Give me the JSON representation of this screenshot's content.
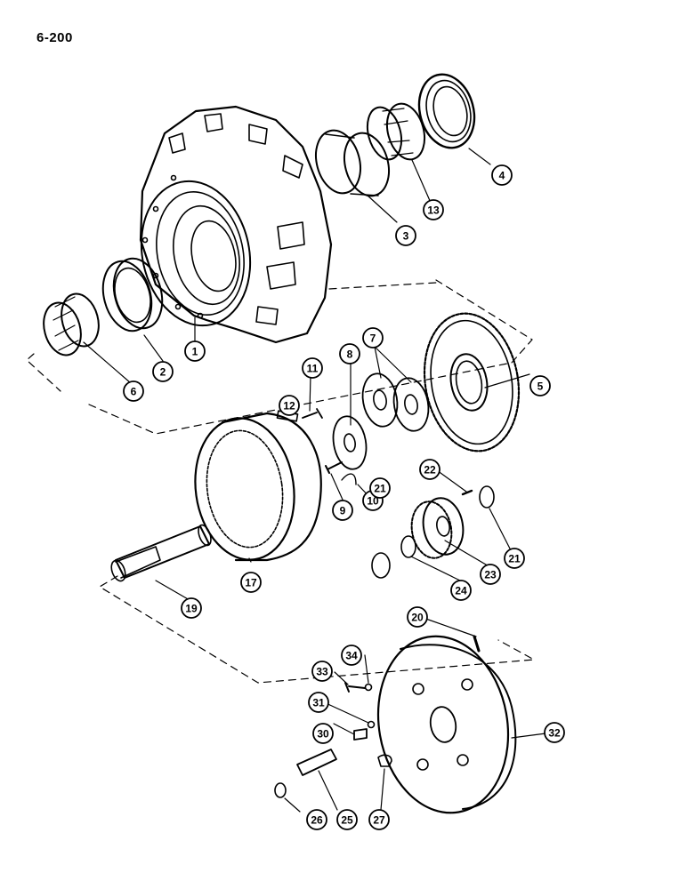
{
  "page_number": "6-200",
  "callouts": [
    {
      "id": "c1",
      "label": "1"
    },
    {
      "id": "c2",
      "label": "2"
    },
    {
      "id": "c3",
      "label": "3"
    },
    {
      "id": "c4",
      "label": "4"
    },
    {
      "id": "c5",
      "label": "5"
    },
    {
      "id": "c6",
      "label": "6"
    },
    {
      "id": "c7",
      "label": "7"
    },
    {
      "id": "c8",
      "label": "8"
    },
    {
      "id": "c9",
      "label": "9"
    },
    {
      "id": "c10",
      "label": "10"
    },
    {
      "id": "c11",
      "label": "11"
    },
    {
      "id": "c12",
      "label": "12"
    },
    {
      "id": "c13",
      "label": "13"
    },
    {
      "id": "c17",
      "label": "17"
    },
    {
      "id": "c19",
      "label": "19"
    },
    {
      "id": "c20",
      "label": "20"
    },
    {
      "id": "c21a",
      "label": "21"
    },
    {
      "id": "c21b",
      "label": "21"
    },
    {
      "id": "c22",
      "label": "22"
    },
    {
      "id": "c23",
      "label": "23"
    },
    {
      "id": "c24",
      "label": "24"
    },
    {
      "id": "c25",
      "label": "25"
    },
    {
      "id": "c26",
      "label": "26"
    },
    {
      "id": "c27",
      "label": "27"
    },
    {
      "id": "c30",
      "label": "30"
    },
    {
      "id": "c31",
      "label": "31"
    },
    {
      "id": "c32",
      "label": "32"
    },
    {
      "id": "c33",
      "label": "33"
    },
    {
      "id": "c34",
      "label": "34"
    }
  ]
}
